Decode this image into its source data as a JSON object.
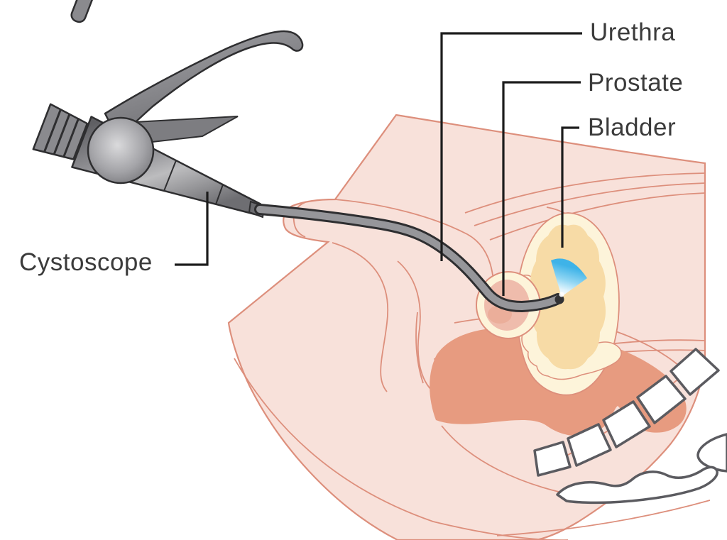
{
  "diagram": {
    "subject": "Cystoscopy of the male lower urinary tract",
    "labels": {
      "urethra": "Urethra",
      "prostate": "Prostate",
      "bladder": "Bladder",
      "cystoscope": "Cystoscope"
    },
    "colors": {
      "background": "#ffffff",
      "body_fill": "#f8e1da",
      "outline_salmon": "#dd8f7c",
      "bladder_wall_cream": "#fdf4da",
      "bladder_lumen_tan": "#f7dba6",
      "prostate_fill": "#efbcac",
      "rectum_fill": "#e79b80",
      "bone_fill": "#ffffff",
      "bone_outline": "#5b5b60",
      "scope_gray": "#96969a",
      "scope_outline": "#2e2e30",
      "light_beam_blue": "#3eb3e8",
      "label_text": "#3b3b3b",
      "leader_line": "#1c1c1c"
    }
  }
}
